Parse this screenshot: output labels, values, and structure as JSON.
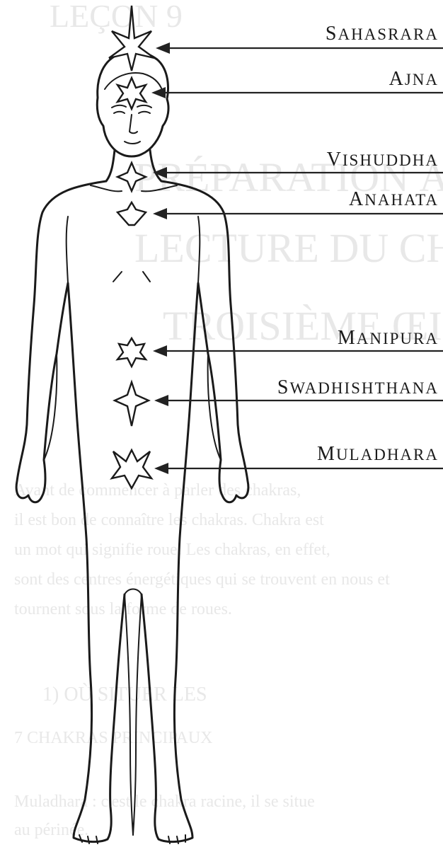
{
  "figure": {
    "background_text": {
      "heading": "LEÇON 9",
      "title_line1": "PRÉPARATION À LA",
      "title_line2": "LECTURE DU CHAKRA,",
      "title_line3": "TROISIÈME ŒIL",
      "paragraph_line1": "Avant de commencer à parler des chakras,",
      "paragraph_line2": "il est bon de connaître les chakras. Chakra est",
      "paragraph_line3": "un mot qui signifie roue. Les chakras, en effet,",
      "paragraph_line4": "sont des centres énergétiques qui se trouvent en nous et",
      "paragraph_line5": "tournent sous la forme de roues.",
      "subheading_line1": "1) OÙ SITUER LES",
      "subheading_line2": "7 CHAKRAS PRINCIPAUX",
      "bottom_line1": "Muladhara : c'est le chakra racine, il se situe",
      "bottom_line2": "au périnée."
    },
    "chakras": [
      {
        "first": "S",
        "rest": "AHASRARA"
      },
      {
        "first": "A",
        "rest": "JNA"
      },
      {
        "first": "V",
        "rest": "ISHUDDHA"
      },
      {
        "first": "A",
        "rest": "NAHATA"
      },
      {
        "first": "M",
        "rest": "ANIPURA"
      },
      {
        "first": "S",
        "rest": "WADHISHTHANA"
      },
      {
        "first": "M",
        "rest": "ULADHARA"
      }
    ]
  }
}
